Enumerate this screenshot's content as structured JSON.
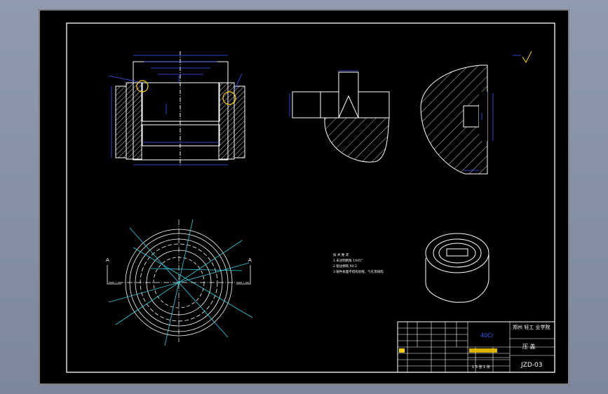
{
  "drawing": {
    "background": "#000000",
    "line_color": "#ffffff",
    "dim_color": "#3a5cff",
    "center_color": "#30d0e0"
  },
  "labels": {
    "view_front_name": "",
    "view_front_scale": "",
    "view_mid_name": "",
    "view_mid_scale": "",
    "view_right_name": "",
    "view_right_scale": "",
    "section_a_left": "A",
    "section_a_right": "A"
  },
  "notes": [
    "技 术 要 求",
    "1.未注明倒角 1X45°",
    "2.锐边倒钝 R0.2",
    "3.铸件表面不得有砂眼，气孔等缺陷"
  ],
  "title_block": {
    "material": "40Cr",
    "school": "郑州 轻工 业学院",
    "part_name": "压 盖",
    "drawing_no": "JZD-03",
    "scale_row": "1   3 张   1 张"
  },
  "icons": {
    "roughness": "surface-roughness-symbol"
  }
}
